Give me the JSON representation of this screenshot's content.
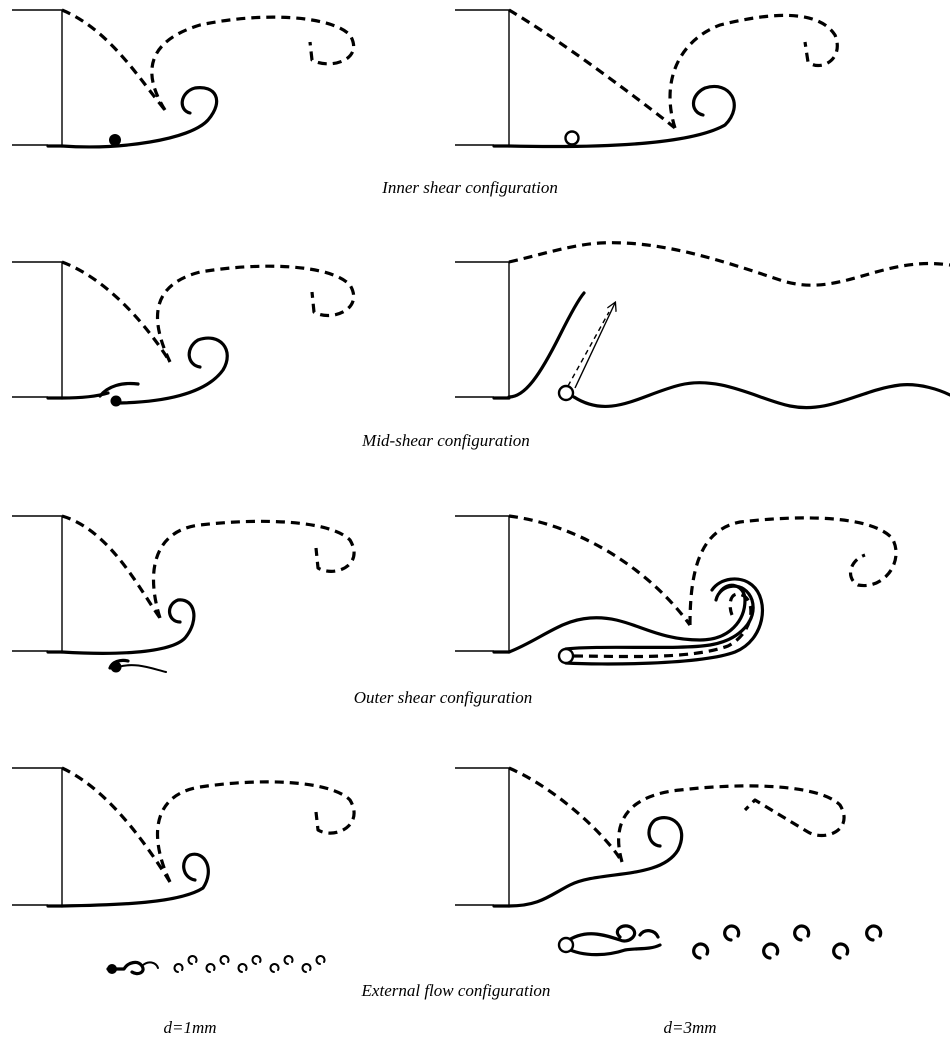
{
  "captions": {
    "inner": "Inner shear configuration",
    "mid": "Mid-shear configuration",
    "outer": "Outer shear configuration",
    "external": "External flow configuration"
  },
  "diameters": {
    "left": "d=1mm",
    "right": "d=3mm"
  }
}
